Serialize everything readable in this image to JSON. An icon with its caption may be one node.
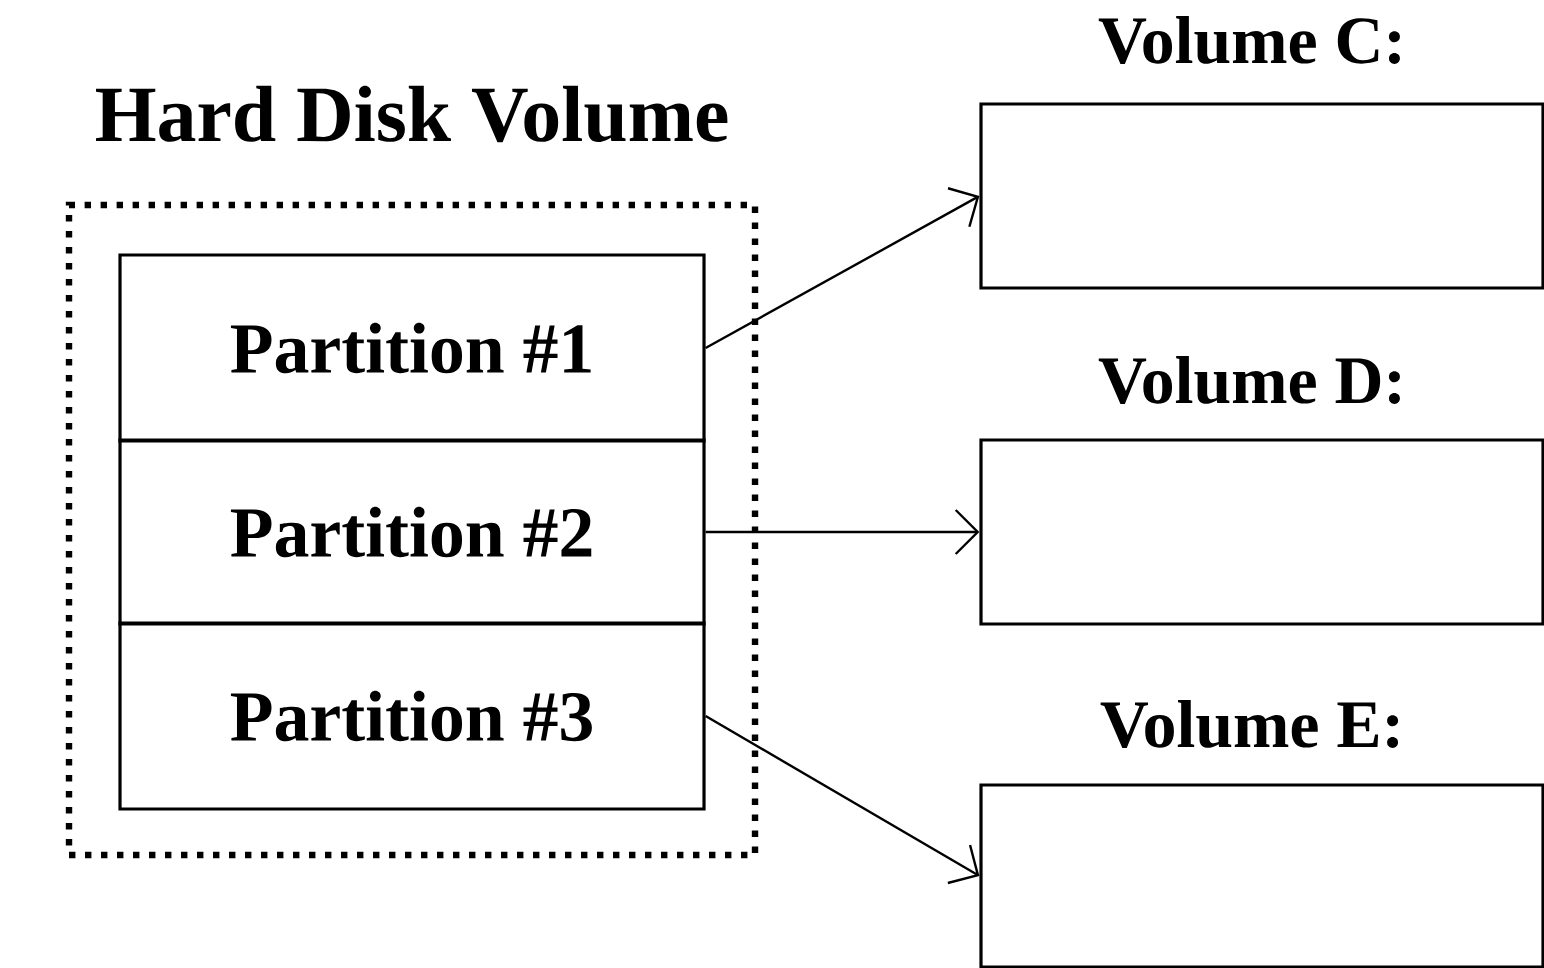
{
  "diagram": {
    "nodes": [
      {
        "text": [
          "Hard Disk Volume"
        ]
      },
      {
        "text": [
          "Partition #1"
        ],
        "in": 0
      },
      {
        "text": [
          "Partition #2"
        ],
        "in": 0
      },
      {
        "text": [
          "Partition #3"
        ],
        "in": 0
      },
      {
        "text": [
          "Volume C:"
        ]
      },
      {
        "text": [
          "Volume D:"
        ]
      },
      {
        "text": [
          "Volume E:"
        ]
      }
    ],
    "edges": [
      {
        "from": 1,
        "to": 4,
        "arrow": "to"
      },
      {
        "from": 2,
        "to": 5,
        "arrow": "to"
      },
      {
        "from": 3,
        "to": 6,
        "arrow": "to"
      }
    ]
  }
}
